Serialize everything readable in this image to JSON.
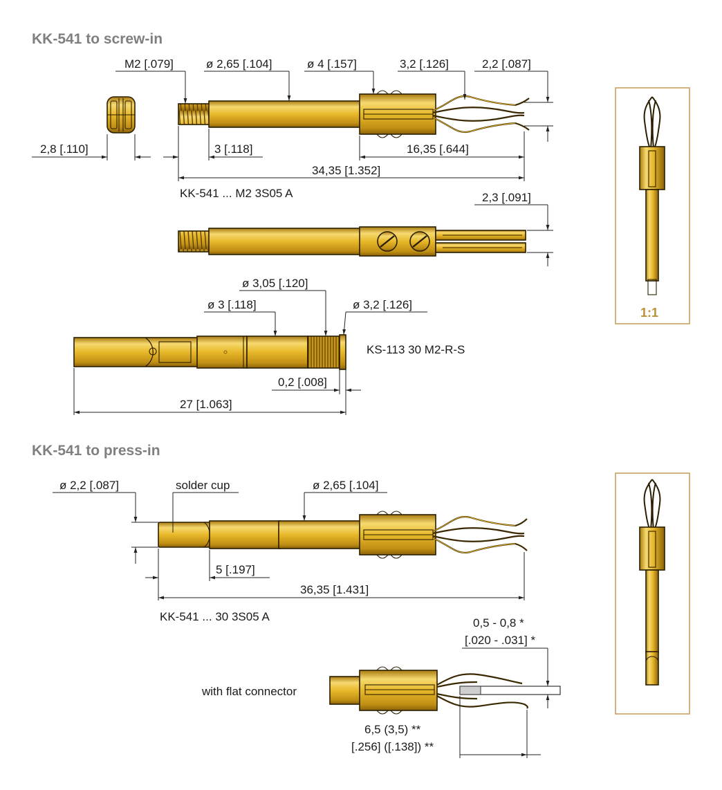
{
  "sections": {
    "screw_in_title": "KK-541 to screw-in",
    "press_in_title": "KK-541 to press-in"
  },
  "screw_in": {
    "dim_thread": "M2 [.079]",
    "dim_shaft_dia": "ø 2,65 [.104]",
    "dim_body_dia": "ø 4 [.157]",
    "dim_contact": "3,2 [.126]",
    "dim_tip": "2,2 [.087]",
    "dim_end_view": "2,8 [.110]",
    "dim_thread_len": "3 [.118]",
    "dim_head_len": "16,35 [.644]",
    "dim_total": "34,35 [1.352]",
    "part_number": "KK-541 ... M2 3S05 A",
    "dim_side_width": "2,3 [.091]"
  },
  "socket": {
    "dim_collar": "ø 3,05 [.120]",
    "dim_body": "ø 3 [.118]",
    "dim_end": "ø 3,2 [.126]",
    "part_number": "KS-113 30 M2-R-S",
    "dim_step": "0,2 [.008]",
    "dim_total": "27 [1.063]"
  },
  "press_in": {
    "dim_cup_dia": "ø 2,2 [.087]",
    "solder_cup_label": "solder cup",
    "dim_shaft_dia": "ø 2,65 [.104]",
    "dim_cup_len": "5 [.197]",
    "dim_total": "36,35 [1.431]",
    "part_number": "KK-541 ... 30 3S05 A",
    "flat_connector_label": "with flat connector",
    "dim_flat_thickness_mm": "0,5 - 0,8 *",
    "dim_flat_thickness_in": "[.020 - .031] *",
    "dim_insert_mm": "6,5 (3,5) **",
    "dim_insert_in": "[.256] ([.138]) **"
  },
  "scale_label": "1:1",
  "colors": {
    "gold": "#e4b020",
    "gold_light": "#f6d970",
    "gold_dark": "#a87a10",
    "outline": "#2a1e00",
    "frame": "#c8a060",
    "title_gray": "#7f7f7f"
  }
}
